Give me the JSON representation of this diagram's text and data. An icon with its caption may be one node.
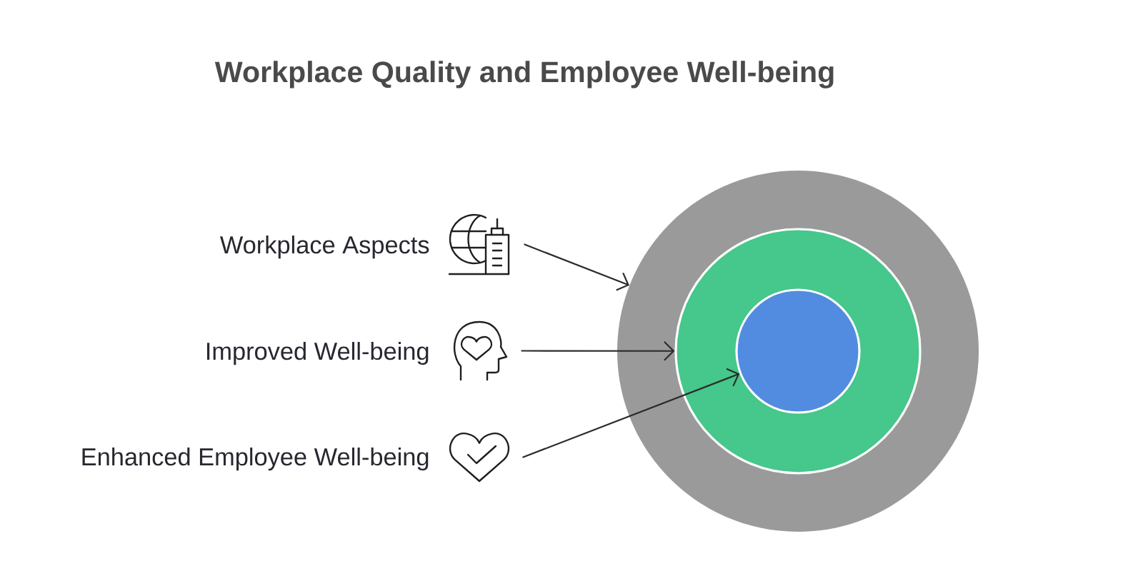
{
  "diagram": {
    "title": "Workplace Quality and Employee Well-being",
    "nodes": [
      {
        "text": [
          "Workplace Aspects"
        ]
      },
      {
        "text": [
          "Improved Well-being"
        ]
      },
      {
        "text": [
          "Enhanced Employee Well-being"
        ]
      },
      {
        "text": [],
        "shape": "circle"
      },
      {
        "text": [],
        "shape": "circle",
        "in": 3
      },
      {
        "text": [],
        "shape": "circle",
        "in": 4
      }
    ],
    "edges": [
      {
        "from": 0,
        "to": 3,
        "arrow": "to"
      },
      {
        "from": 1,
        "to": 4,
        "arrow": "to"
      },
      {
        "from": 2,
        "to": 5,
        "arrow": "to"
      }
    ]
  }
}
